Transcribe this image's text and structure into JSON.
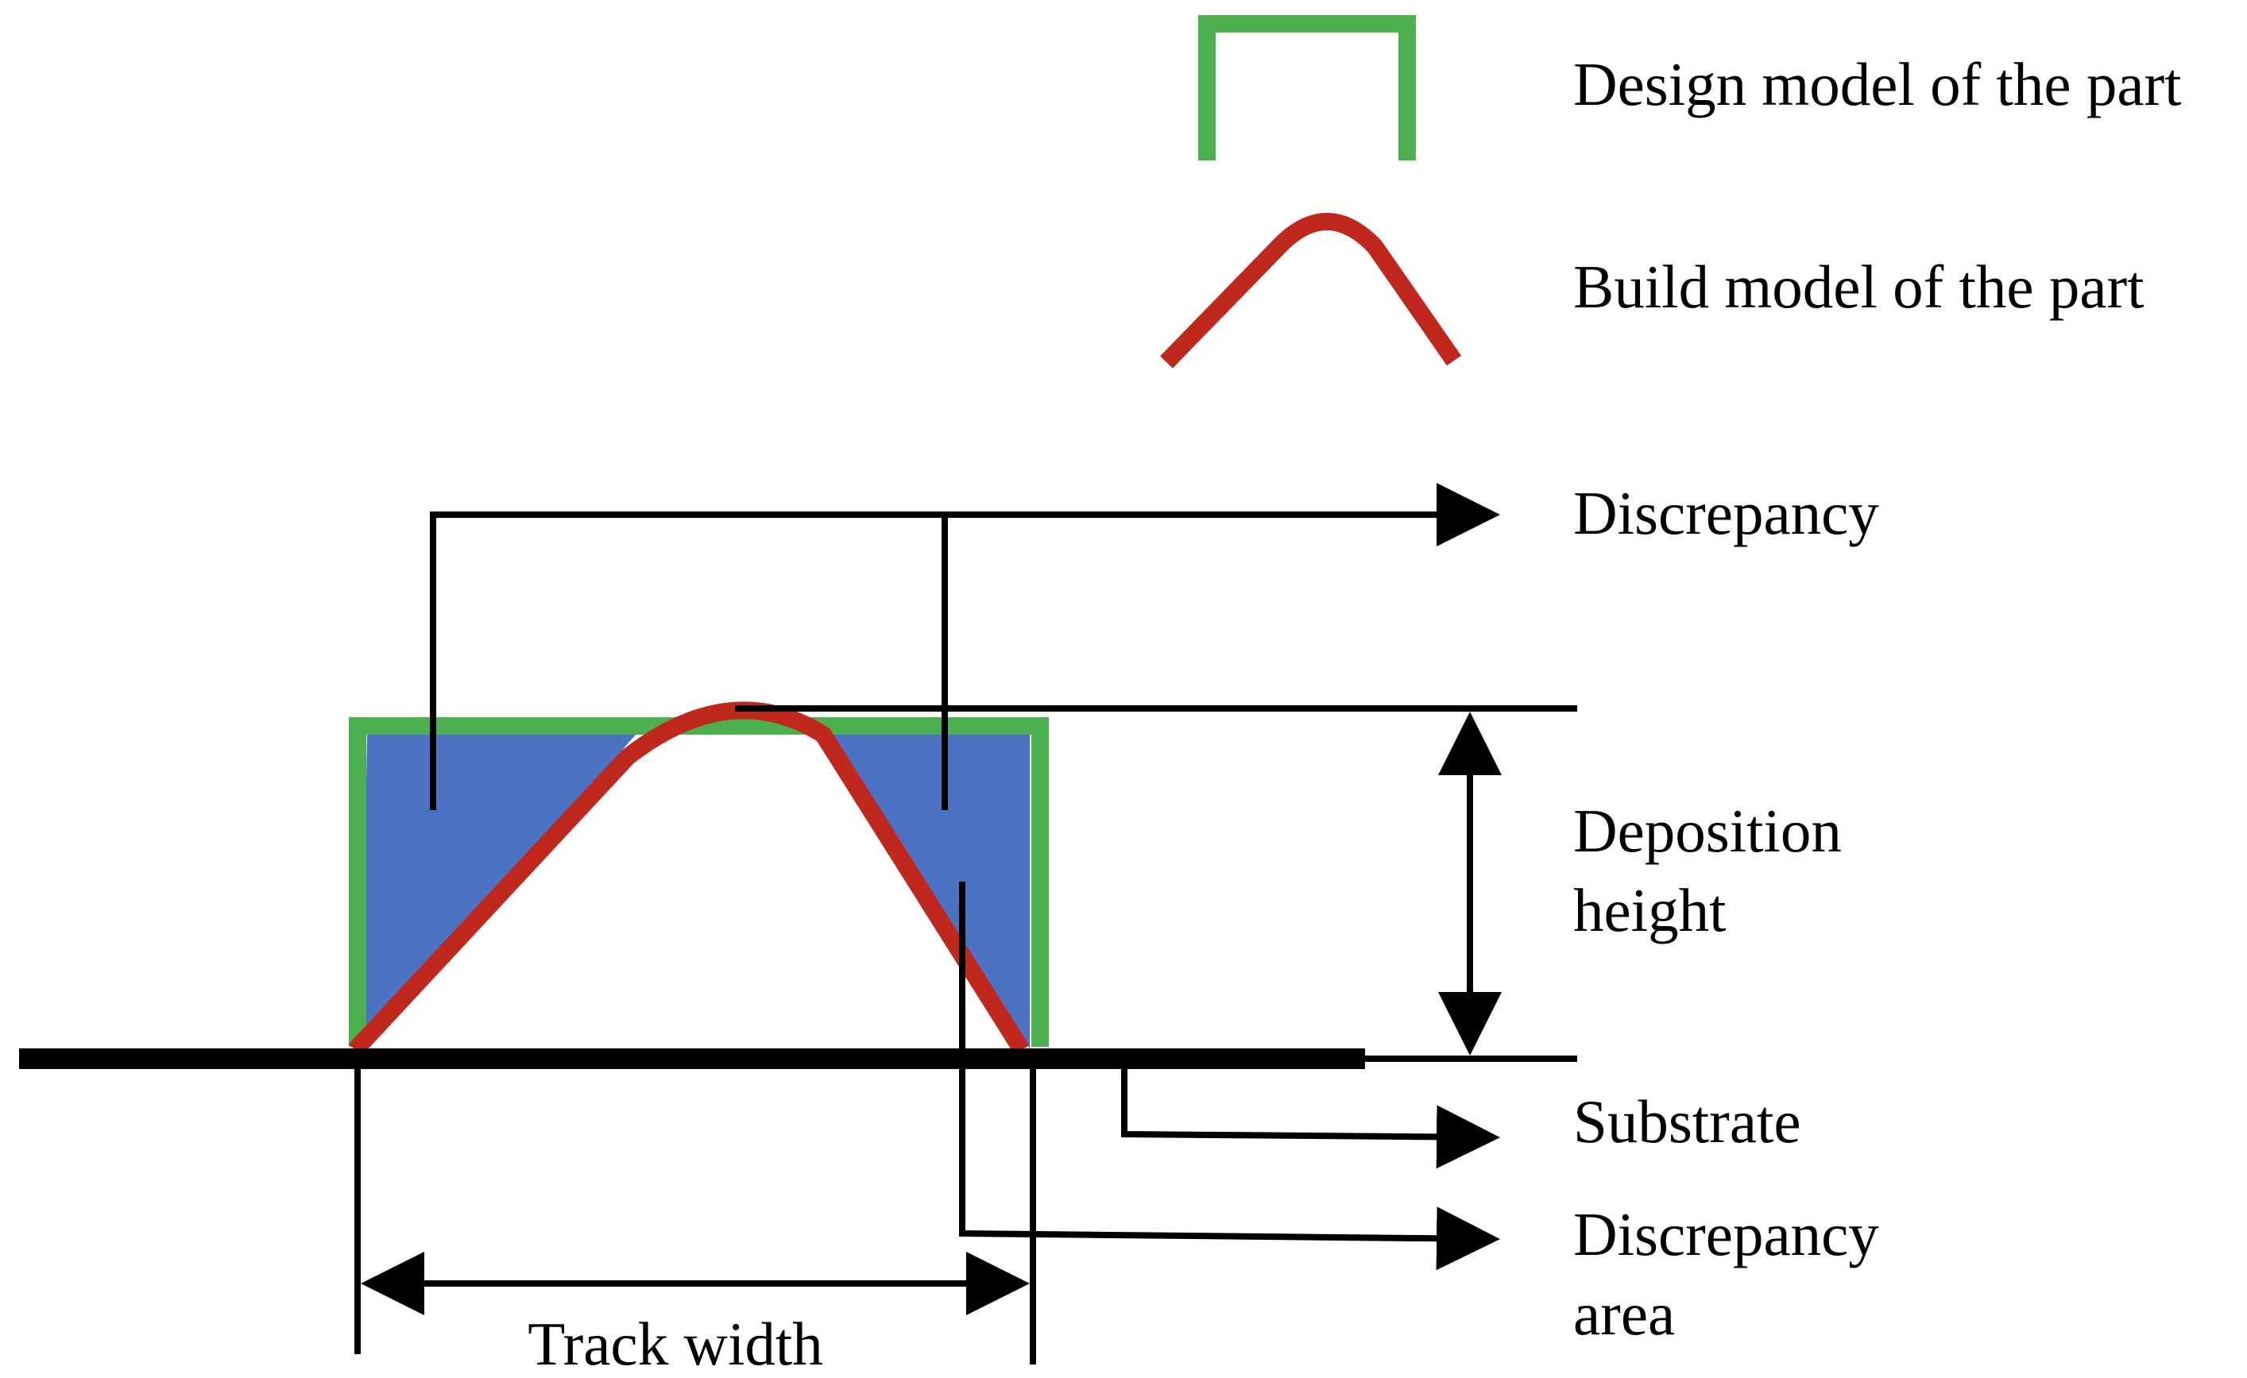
{
  "legend": {
    "design_label": "Design model of the part",
    "build_label": "Build model of the part"
  },
  "labels": {
    "discrepancy": "Discrepancy",
    "deposition_height_line1": "Deposition",
    "deposition_height_line2": "height",
    "substrate": "Substrate",
    "discrepancy_area_line1": "Discrepancy",
    "discrepancy_area_line2": "area",
    "track_width": "Track width"
  },
  "colors": {
    "design": "#4caf50",
    "build": "#c0281e",
    "discrepancy_fill": "#4b72c3",
    "line": "#000000"
  }
}
